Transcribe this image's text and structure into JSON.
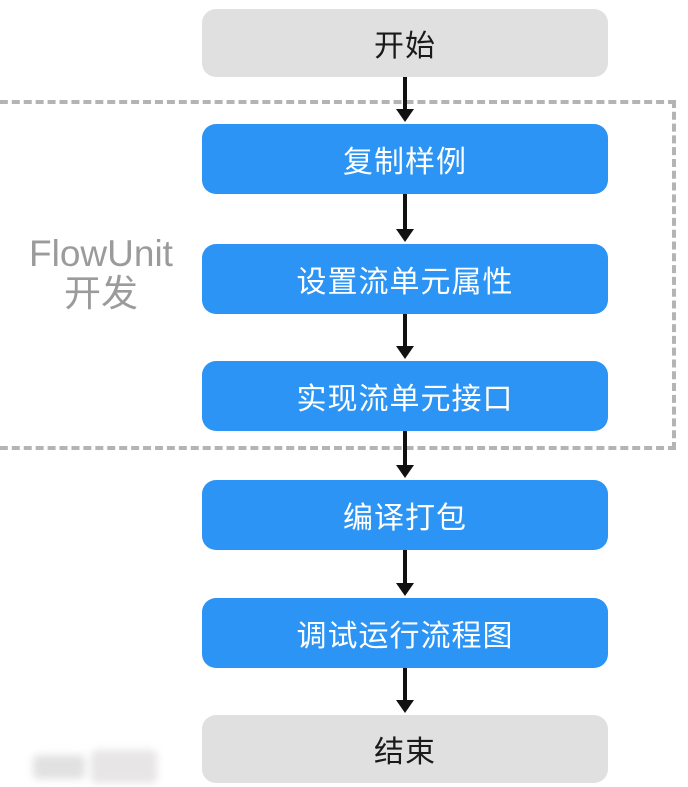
{
  "flowchart": {
    "nodes": [
      {
        "id": "start",
        "label": "开始",
        "type": "terminal"
      },
      {
        "id": "copy-sample",
        "label": "复制样例",
        "type": "process"
      },
      {
        "id": "set-flowunit-properties",
        "label": "设置流单元属性",
        "type": "process"
      },
      {
        "id": "implement-flowunit-interface",
        "label": "实现流单元接口",
        "type": "process"
      },
      {
        "id": "compile-package",
        "label": "编译打包",
        "type": "process"
      },
      {
        "id": "debug-run-flowchart",
        "label": "调试运行流程图",
        "type": "process"
      },
      {
        "id": "end",
        "label": "结束",
        "type": "terminal"
      }
    ],
    "group": {
      "label_line1": "FlowUnit",
      "label_line2": "开发"
    },
    "colors": {
      "process_fill": "#2b94f5",
      "process_text": "#ffffff",
      "terminal_fill": "#e0e0e1",
      "terminal_text": "#1a1a1a",
      "group_border": "#b4b4b4",
      "group_label_text": "#9b9b9b",
      "arrow": "#111111"
    }
  }
}
